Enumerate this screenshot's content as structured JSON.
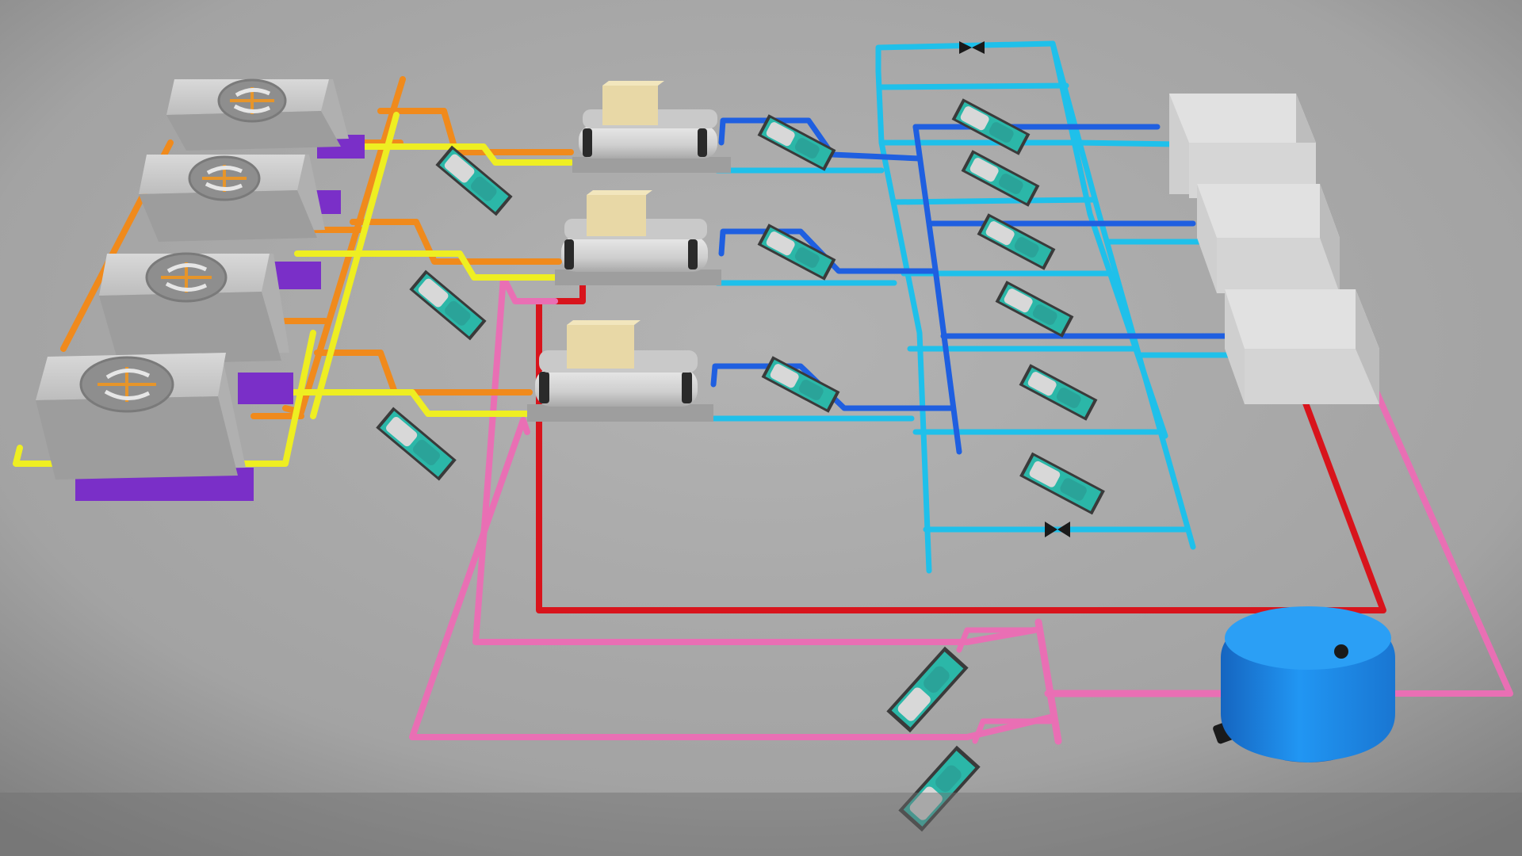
{
  "scene": {
    "kind": "3D chilled-water plant schematic",
    "background": "#a9a9a9",
    "colors": {
      "condenser_supply": "#f08a1c",
      "condenser_return": "#eeee22",
      "chilled_supply": "#1f5fe0",
      "chilled_return": "#1fc0ea",
      "hot_supply": "#d8141c",
      "hot_return": "#e96fb4",
      "tower_base": "#7a2fc8",
      "pump_base": "#2bb7a8",
      "expansion_tank": "#1e88e6",
      "chiller_body": "#d9d9d9",
      "control_box": "#e8d8a6",
      "air_handler": "#d4d4d4"
    },
    "counts": {
      "cooling_towers": 4,
      "chillers": 3,
      "condenser_pumps": 3,
      "chilled_primary_pumps": 3,
      "secondary_pumps": 6,
      "heating_pumps": 2,
      "air_handling_units": 3,
      "expansion_tanks": 1
    }
  }
}
